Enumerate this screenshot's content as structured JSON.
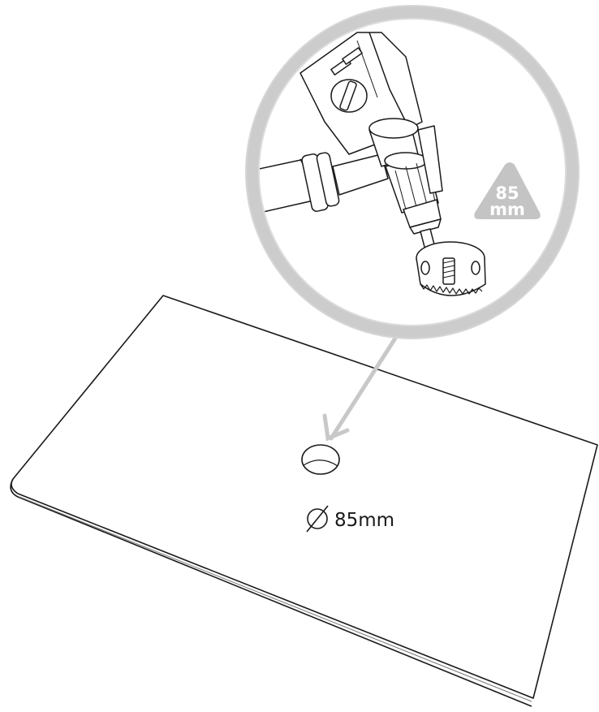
{
  "badge": {
    "line1": "85",
    "line2": "mm"
  },
  "dimension": {
    "label": "85mm",
    "symbol_icon": "diameter-icon"
  },
  "colors": {
    "outline": "#1a1a1a",
    "magnifier_ring": "#cccccc",
    "badge": "#c4c4c4",
    "arrow": "#c8c8c8"
  }
}
